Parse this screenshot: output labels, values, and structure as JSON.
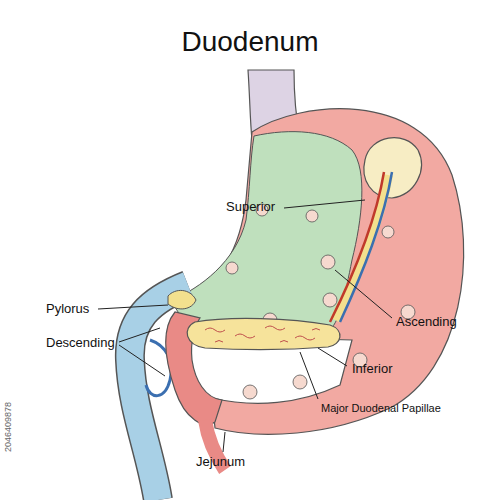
{
  "diagram": {
    "title": "Duodenum",
    "labels": [
      "Superior",
      "Pylorus",
      "Ascending",
      "Descending",
      "Inferior",
      "Major Duodenal Papillae",
      "Jejunum",
      "2046409878"
    ]
  }
}
